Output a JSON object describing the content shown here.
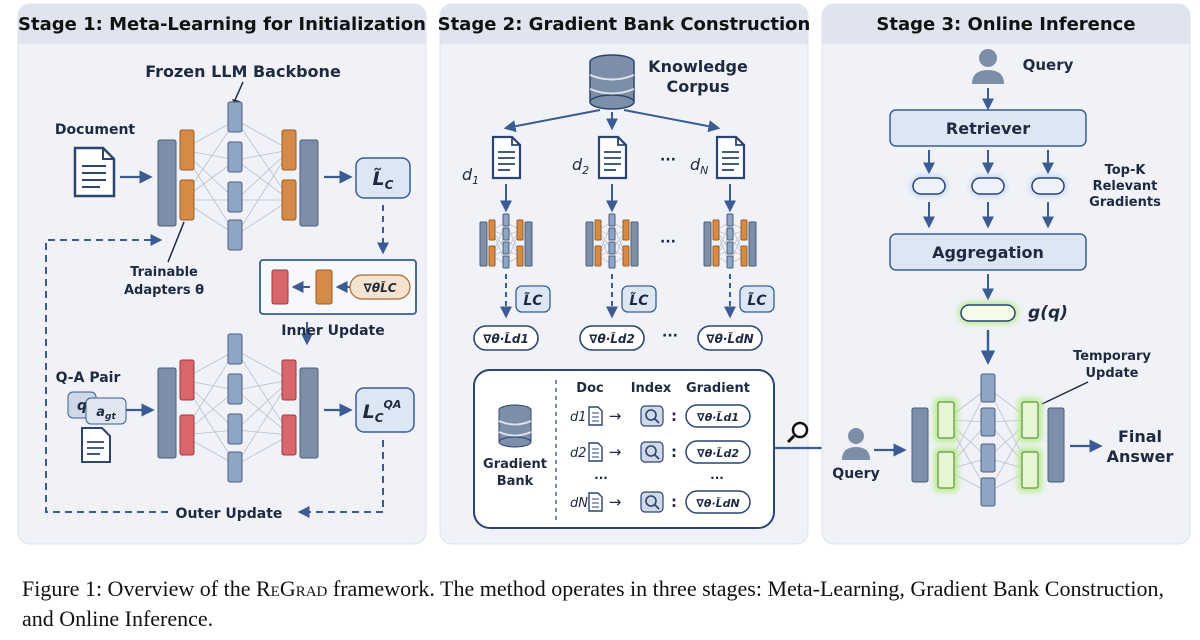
{
  "stage1": {
    "title": "Stage 1: Meta-Learning for Initialization",
    "backbone": "Frozen LLM Backbone",
    "document": "Document",
    "adapters_line1": "Trainable",
    "adapters_line2": "Adapters θ",
    "loss": "L̃_C",
    "inner_grad": "∇θL̃C",
    "inner_update": "Inner Update",
    "qa_pair": "Q-A Pair",
    "q": "q",
    "a": "a_gt",
    "loss_qa": "L_C^QA",
    "outer_update": "Outer Update"
  },
  "stage2": {
    "title": "Stage 2: Gradient Bank Construction",
    "corpus_line1": "Knowledge",
    "corpus_line2": "Corpus",
    "docs": [
      "d1",
      "d2",
      "dN"
    ],
    "ellipsis": "···",
    "loss": "L̃_C",
    "grads": [
      "∇θ·L̃d1",
      "∇θ·L̃d2",
      "∇θ·L̃dN"
    ],
    "bank_line1": "Gradient",
    "bank_line2": "Bank",
    "table_headers": [
      "Doc",
      "Index",
      "Gradient"
    ],
    "table_rows": [
      "d1",
      "d2",
      "dN"
    ]
  },
  "stage3": {
    "title": "Stage 3: Online Inference",
    "query_top": "Query",
    "retriever": "Retriever",
    "topk": [
      "Top-K",
      "Relevant",
      "Gradients"
    ],
    "aggregation": "Aggregation",
    "gq": "g(q)",
    "temp_update": [
      "Temporary",
      "Update"
    ],
    "query_bottom": "Query",
    "final_answer": [
      "Final",
      "Answer"
    ]
  },
  "caption": {
    "prefix": "Figure 1: Overview of the ",
    "name": "ReGrad",
    "suffix": " framework. The method operates in three stages: Meta-Learning, Gradient Bank Construction, and Online Inference."
  }
}
